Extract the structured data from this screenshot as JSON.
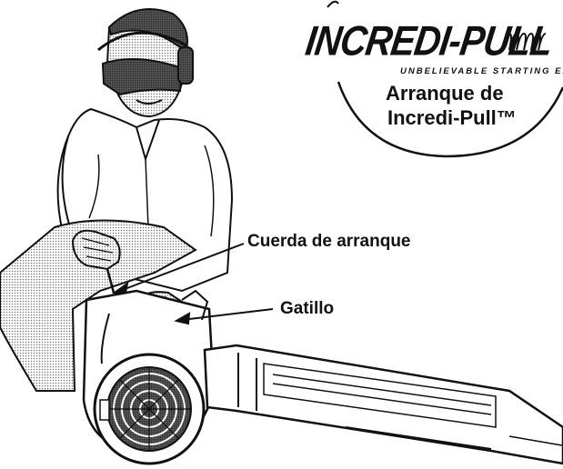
{
  "badge": {
    "logo": "INCREDI-PULL",
    "tagline": "UNBELIEVABLE STARTING EA",
    "line1": "Arranque de",
    "line2": "Incredi-Pull™"
  },
  "callouts": {
    "starter_cord": "Cuerda de arranque",
    "trigger": "Gatillo"
  }
}
